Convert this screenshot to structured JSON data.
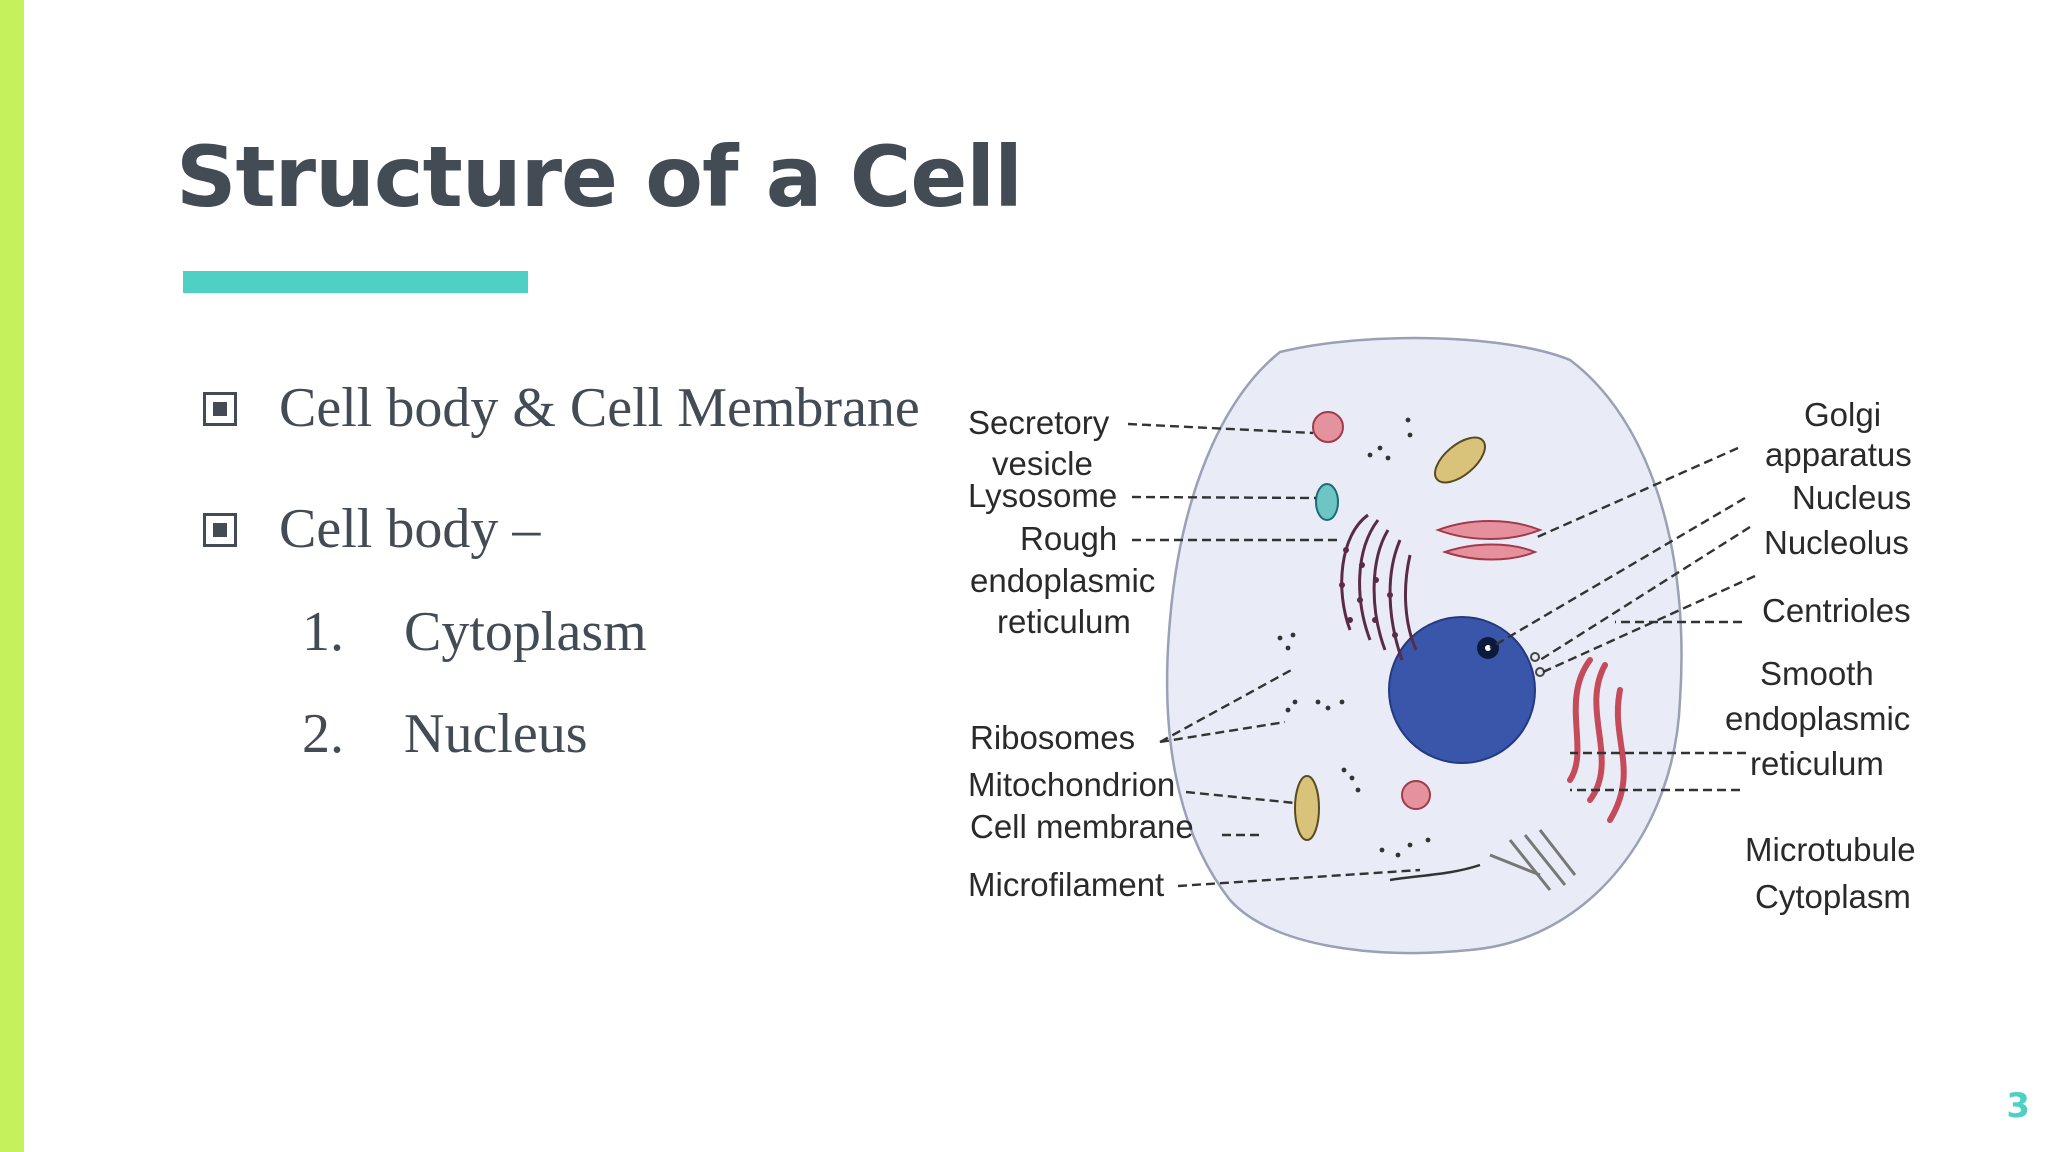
{
  "slide": {
    "title": "Structure of a Cell",
    "page_number": "3",
    "colors": {
      "left_bar": "#c5f15c",
      "accent": "#4fd0c4",
      "text": "#434b55"
    }
  },
  "bullets": [
    {
      "icon": "square-bullet-icon",
      "text": "Cell body & Cell Membrane"
    },
    {
      "icon": "square-bullet-icon",
      "text": "Cell body –"
    }
  ],
  "numbered_list": [
    {
      "number": "1.",
      "text": "Cytoplasm"
    },
    {
      "number": "2.",
      "text": "Nucleus"
    }
  ],
  "diagram": {
    "labels_left": {
      "secretory_1": "Secretory",
      "secretory_2": "vesicle",
      "lysosome": "Lysosome",
      "rough_1": "Rough",
      "rough_2": "endoplasmic",
      "rough_3": "reticulum",
      "ribosomes": "Ribosomes",
      "mitochondrion": "Mitochondrion",
      "cell_membrane": "Cell membrane",
      "microfilament": "Microfilament"
    },
    "labels_right": {
      "golgi_1": "Golgi",
      "golgi_2": "apparatus",
      "nucleus": "Nucleus",
      "nucleolus": "Nucleolus",
      "centrioles": "Centrioles",
      "smooth_1": "Smooth",
      "smooth_2": "endoplasmic",
      "smooth_3": "reticulum",
      "microtubule": "Microtubule",
      "cytoplasm": "Cytoplasm"
    }
  }
}
